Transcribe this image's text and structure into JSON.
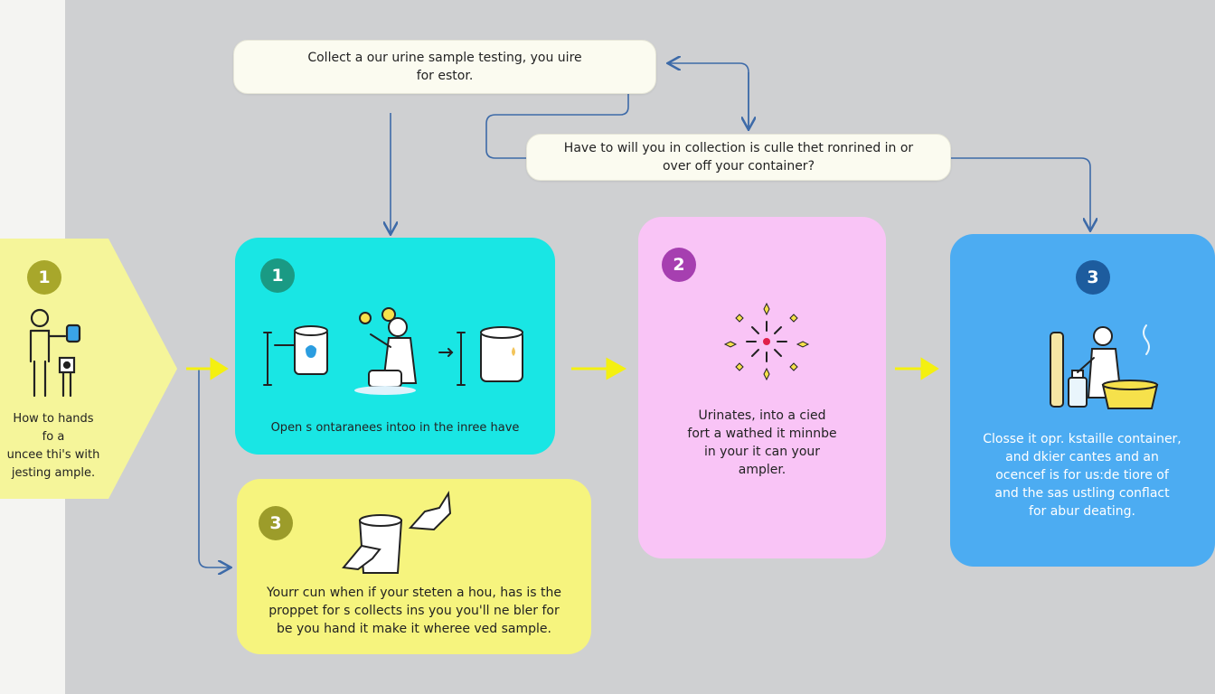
{
  "question_top": {
    "line1": "Collect a our urine sample testing, you uire",
    "line2": "for estor."
  },
  "question_mid": {
    "line1": "Have to will you in collection is culle thet ronrined in or",
    "line2": "over off your container?"
  },
  "side_panel": {
    "step": "1",
    "lines": [
      "How to hands",
      "fo a",
      "uncee thi's with",
      "jesting ample."
    ]
  },
  "cards": [
    {
      "id": "card-open",
      "step": "1",
      "color": "#19e6e4",
      "badge": "#1a9a84",
      "lines": [
        "Open s ontaranees intoo in the inree have"
      ]
    },
    {
      "id": "card-urinate",
      "step": "2",
      "color": "#f9c4f6",
      "badge": "#a63fb0",
      "lines": [
        "Urinates, into a cied",
        "fort a wathed it minnbe",
        "in your it can your",
        "ampler."
      ]
    },
    {
      "id": "card-close",
      "step": "3",
      "color": "#4cacf2",
      "badge": "#1d5c9e",
      "lines": [
        "Closse it opr. kstaille container,",
        "and dkier cantes and an",
        "ocencef is for us:de tiore of",
        "and the sas ustling conflact",
        "for abur deating."
      ]
    },
    {
      "id": "card-hand",
      "step": "3",
      "color": "#f6f47e",
      "badge": "#9c9c2a",
      "lines": [
        "Yourr cun when if your steten a hou, has is the",
        "proppet for s collects ins you you'll ne bler for",
        "be you hand it make it wheree ved sample."
      ]
    }
  ],
  "colors": {
    "arrow_blue": "#3d6aa8",
    "arrow_yellow": "#f4f011",
    "side_panel": "#f5f59a"
  }
}
